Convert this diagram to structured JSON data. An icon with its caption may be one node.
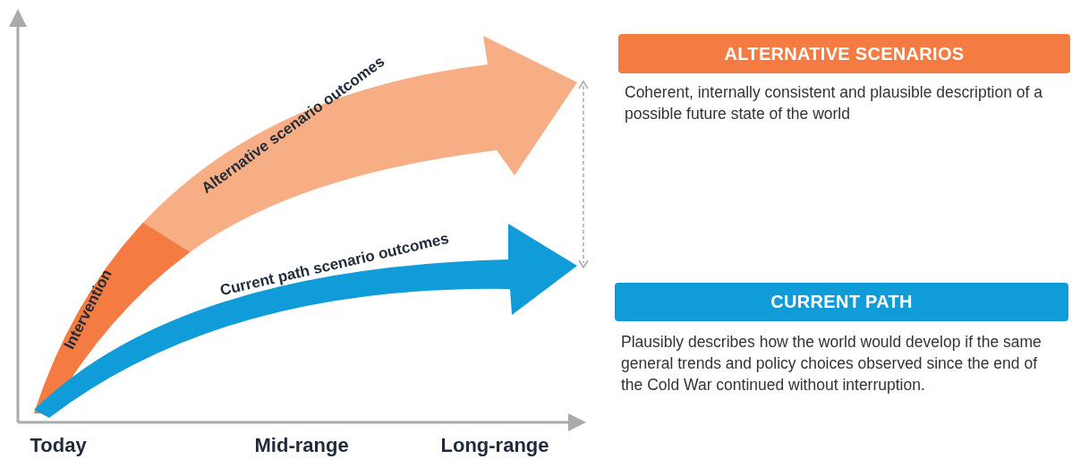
{
  "diagram": {
    "nodes": [
      {
        "text": [
          "ALTERNATIVE SCENARIOS"
        ],
        "beside": [
          "Coherent, internally consistent and plausible description of a possible future state of the world"
        ]
      },
      {
        "text": [
          "CURRENT PATH"
        ],
        "beside": [
          "Plausibly describes how the world would develop if the same general trends and policy choices observed since the end of the Cold War continued without interruption."
        ]
      }
    ],
    "edges": [],
    "labels": [
      "Alternative scenario outcomes",
      "Intervention",
      "Current path scenario outcomes",
      "Today",
      "Mid-range",
      "Long-range"
    ]
  }
}
